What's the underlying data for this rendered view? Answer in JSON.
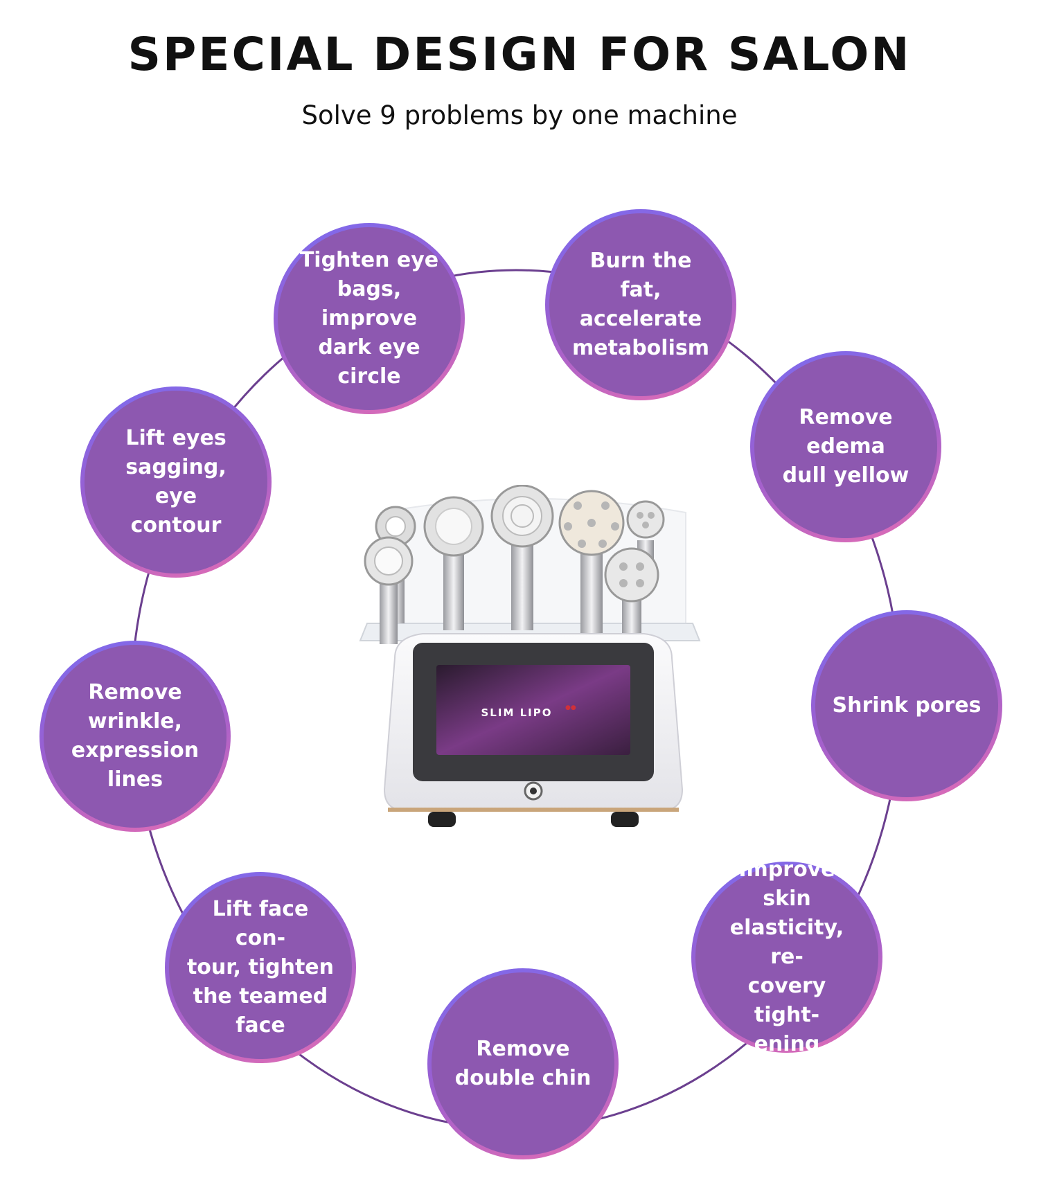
{
  "header": {
    "title": "SPECIAL DESIGN FOR SALON",
    "subtitle": "Solve 9 problems by one machine"
  },
  "colors": {
    "circle_fill": "#8d58b0",
    "ring_line": "#6b3f8f",
    "border_top": "#7b6cf0",
    "border_bottom": "#e46db3"
  },
  "benefits": [
    {
      "label": "Tighten eye\nbags, improve\ndark eye circle"
    },
    {
      "label": "Burn the fat,\naccelerate\nmetabolism"
    },
    {
      "label": "Remove\nedema\ndull yellow"
    },
    {
      "label": "Shrink pores"
    },
    {
      "label": "Improve skin\nelasticity, re-\ncovery tight-\nening"
    },
    {
      "label": "Remove\ndouble chin"
    },
    {
      "label": "Lift face con-\ntour, tighten\nthe teamed\nface"
    },
    {
      "label": "Remove\nwrinkle,\nexpression\nlines"
    },
    {
      "label": "Lift eyes\nsagging, eye\ncontour"
    }
  ],
  "device": {
    "screen_text": "SLIM LIPO"
  }
}
